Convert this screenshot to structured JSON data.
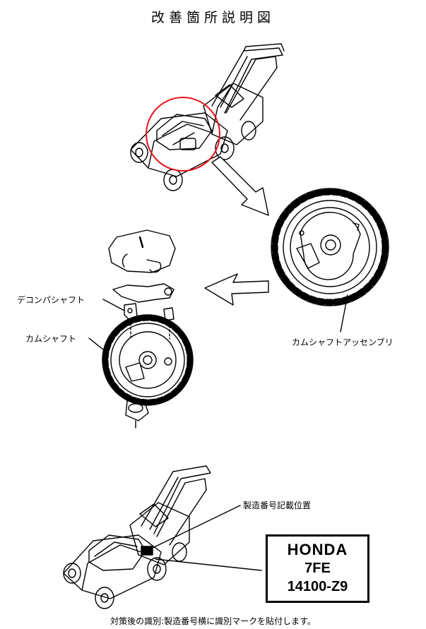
{
  "title": "改善箇所説明図",
  "labels": {
    "decompression_shaft": "デコンパシャフト",
    "camshaft": "カムシャフト",
    "camshaft_assembly": "カムシャフトアッセンブリ",
    "serial_number_position": "製造番号記載位置"
  },
  "id_plate": {
    "brand": "HONDA",
    "model": "7FE",
    "serial": "14100-Z9"
  },
  "footnote": "対策後の識別:製造番号横に識別マークを貼付します。",
  "colors": {
    "highlight_circle": "#e8141c",
    "line": "#000000"
  }
}
